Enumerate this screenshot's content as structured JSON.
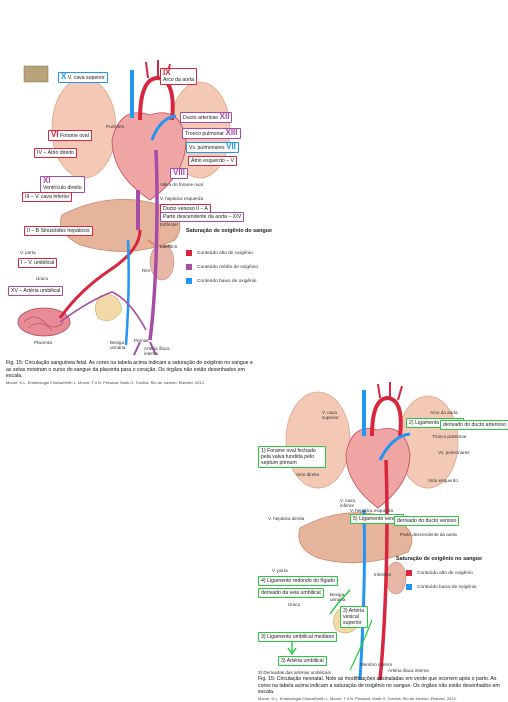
{
  "fetal": {
    "labels": {
      "ix": "IX",
      "ix_text": "Arco da aorta",
      "x": "X",
      "x_text": "V. cava superior",
      "xii": "XII",
      "xii_text": "Ducto arterioso",
      "xiii": "XIII",
      "xiii_text": "Tronco pulmonar",
      "pulmoes": "Pulmões",
      "vi": "VI",
      "vi_text": "Forame oval",
      "vii": "VII",
      "vii_text": "Vv. pulmonares",
      "iv_text": "IV – Átrio direito",
      "v_text": "Átrio esquerdo – V",
      "viii": "VIII",
      "valva": "Valva do forame oval",
      "xi": "XI",
      "xi_text": "Ventrículo direito",
      "iii_text": "III – V. cava inferior",
      "vhep": "V. hepática esquerda",
      "ii_a": "Ducto venoso II – A",
      "xiv": "Parte descendente da aorta – XIV",
      "esfincter": "Esfíncter",
      "ii_b": "II – B",
      "ii_b_text": "Sinusóides hepáticos",
      "intestino": "Intestino",
      "vporta": "V. porta",
      "i_text": "I – V. umbilical",
      "rim": "Rim",
      "urac": "Úraco",
      "xv": "XV –",
      "xv_text": "Artéria umbilical",
      "placenta": "Placenta",
      "bexiga": "Bexiga urinária",
      "pernas": "Pernas",
      "iliaca": "Artéria ilíaca interna"
    },
    "legend": {
      "title": "Saturação de oxigênio do sangue",
      "items": [
        {
          "label": "Conteúdo alto de oxigênio",
          "color": "#d7263d"
        },
        {
          "label": "Conteúdo médio de oxigênio",
          "color": "#a64ca6"
        },
        {
          "label": "Conteúdo baixo de oxigênio",
          "color": "#2196f3"
        }
      ]
    },
    "caption": "Fig. 15: Circulação sanguínea fetal. As cores na tabela acima indicam a saturação de oxigênio no sangue e as setas mostram o curso do sangue da placenta para o coração. Os órgãos não estão desenhados em escala.",
    "credit": "Moore, K.L. Embriologia Clínica/Keith L. Moore, T.V.N. Persaud, Mark G. Torchia. Rio de Janeiro: Elsevier, 2012."
  },
  "neonatal": {
    "labels": {
      "vcava": "V. cava superior",
      "arco": "Arco da aorta",
      "n2": "2)",
      "lig_art": "Ligamento arterioso",
      "derivado_ducto_art": "derivado do ducto arterioso",
      "tronco": "Tronco pulmonar",
      "n1": "1)",
      "forame_fechado": "Forame oval fechado pela valva fundida pelo septum primum",
      "vv_pulm": "Vv. pulmonares",
      "atrio_dir": "Átrio direito",
      "atrio_esq": "Átrio esquerdo",
      "vcava_inf": "V. cava inferior",
      "vhep_dir": "V. hepática direita",
      "vhep_esq": "V. hepática esquerda",
      "n5": "5)",
      "lig_venoso": "Ligamento venoso",
      "derivado_ducto_ven": "derivado do ducto venoso",
      "parte_desc": "Parte descendente da aorta",
      "vporta": "V. porta",
      "intestino": "Intestino",
      "n4": "4)",
      "lig_redondo": "Ligamento redondo do fígado",
      "derivado_veia": "derivado da veia umbilical",
      "bexiga": "Bexiga urinária",
      "urac": "Úraco",
      "n3a": "3)",
      "art_vesical": "Artéria vesical superior",
      "n3b": "3)",
      "lig_umb": "Ligamento umbilical mediano",
      "n3c": "3)",
      "art_umb": "Artéria umbilical",
      "membro": "Membro inferior",
      "iliaca": "Artéria ilíaca interna",
      "derivadas": "3) Derivadas das artérias umbilicais"
    },
    "legend": {
      "title": "Saturação de oxigênio no sangue",
      "items": [
        {
          "label": "Conteúdo alto de oxigênio",
          "color": "#d7263d"
        },
        {
          "label": "Conteúdo baixo de oxigênio",
          "color": "#2196f3"
        }
      ]
    },
    "caption": "Fig. 15: Circulação neonatal. Note as modificações assinaladas em verde que ocorrem após o parto. As cores na tabela acima indicam a saturação de oxigênio no sangue. Os órgãos não estão desenhados em escala.",
    "credit": "Moore, K.L. Embriologia Clínica/Keith L. Moore, T.V.N. Persaud, Mark G. Torchia. Rio de Janeiro: Elsevier, 2012."
  }
}
